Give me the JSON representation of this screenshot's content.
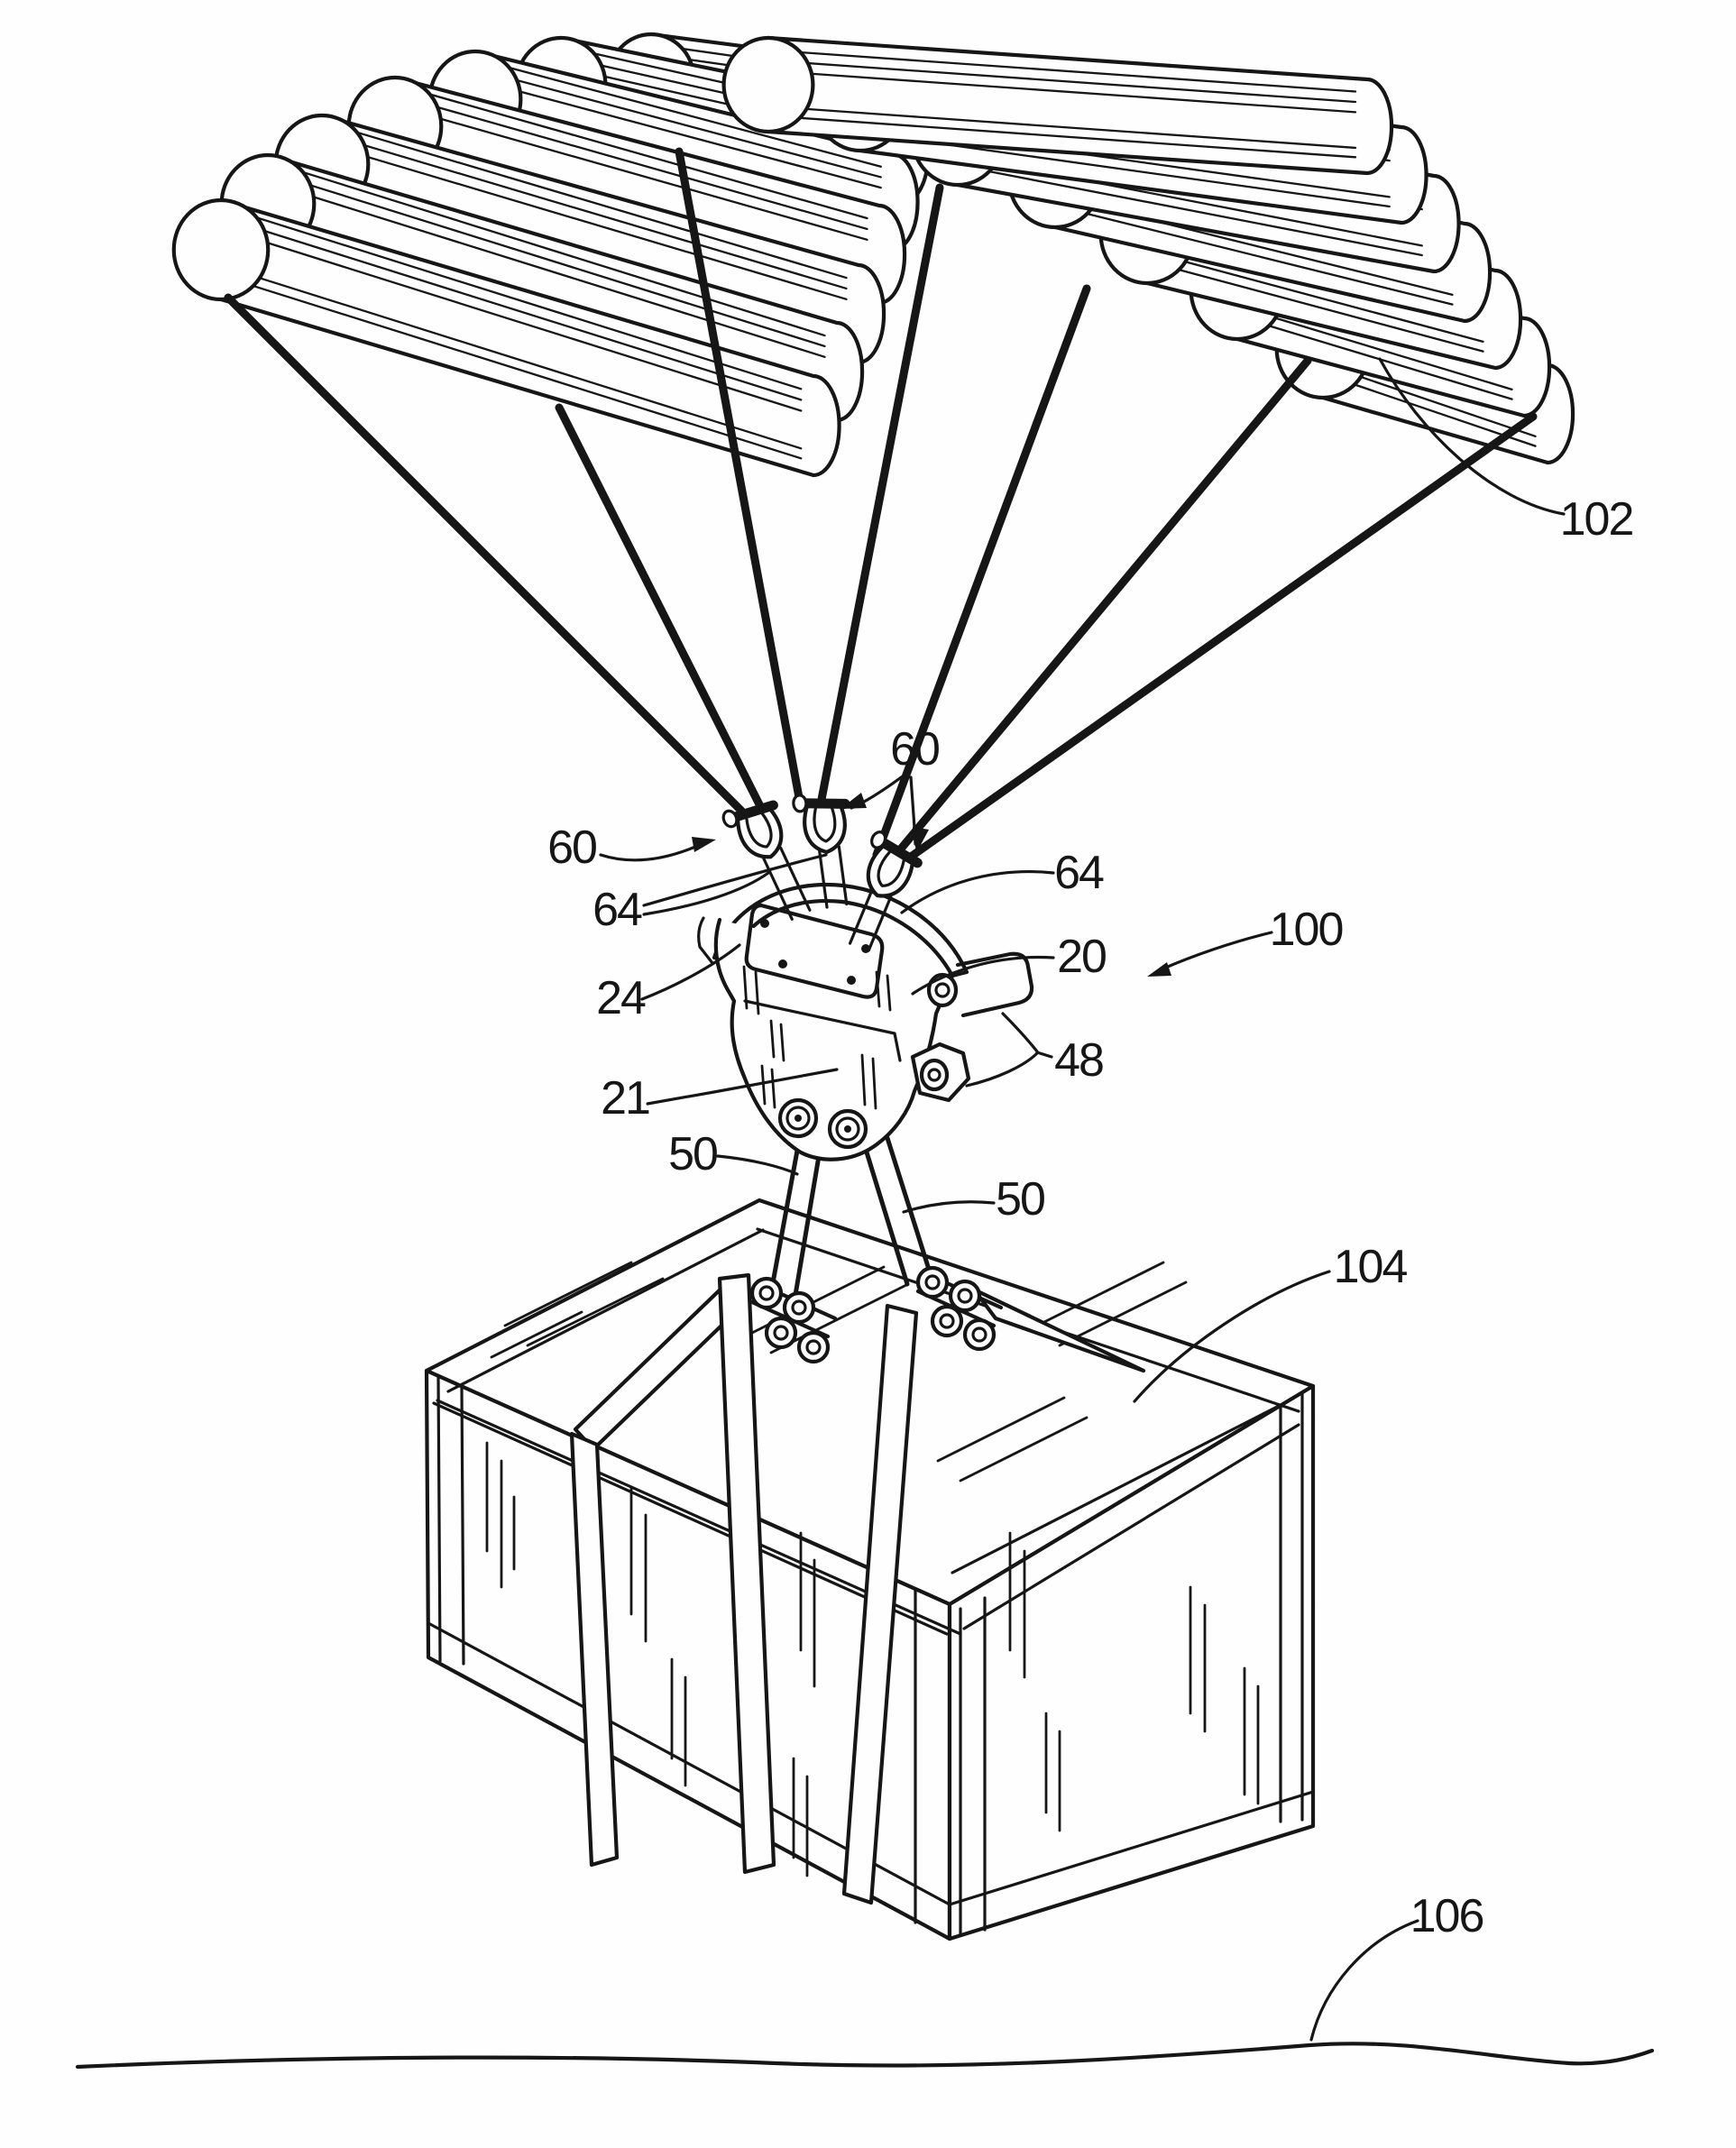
{
  "figure": {
    "kind": "patent-line-drawing",
    "description": "Guided parafoil airdrop system: ram-air canopy suspending an autonomous guidance unit above a strapped wooden cargo crate over the ground",
    "ink_color": "#161616",
    "background_color": "#fefefe"
  },
  "labels": {
    "canopy": "102",
    "system": "100",
    "shackle_left": "60",
    "shackle_center": "60",
    "link_left": "64",
    "link_right": "64",
    "housing": "20",
    "housing_cover": "24",
    "housing_lower": "21",
    "fitting": "48",
    "riser_left": "50",
    "riser_right": "50",
    "crate": "104",
    "ground": "106"
  }
}
